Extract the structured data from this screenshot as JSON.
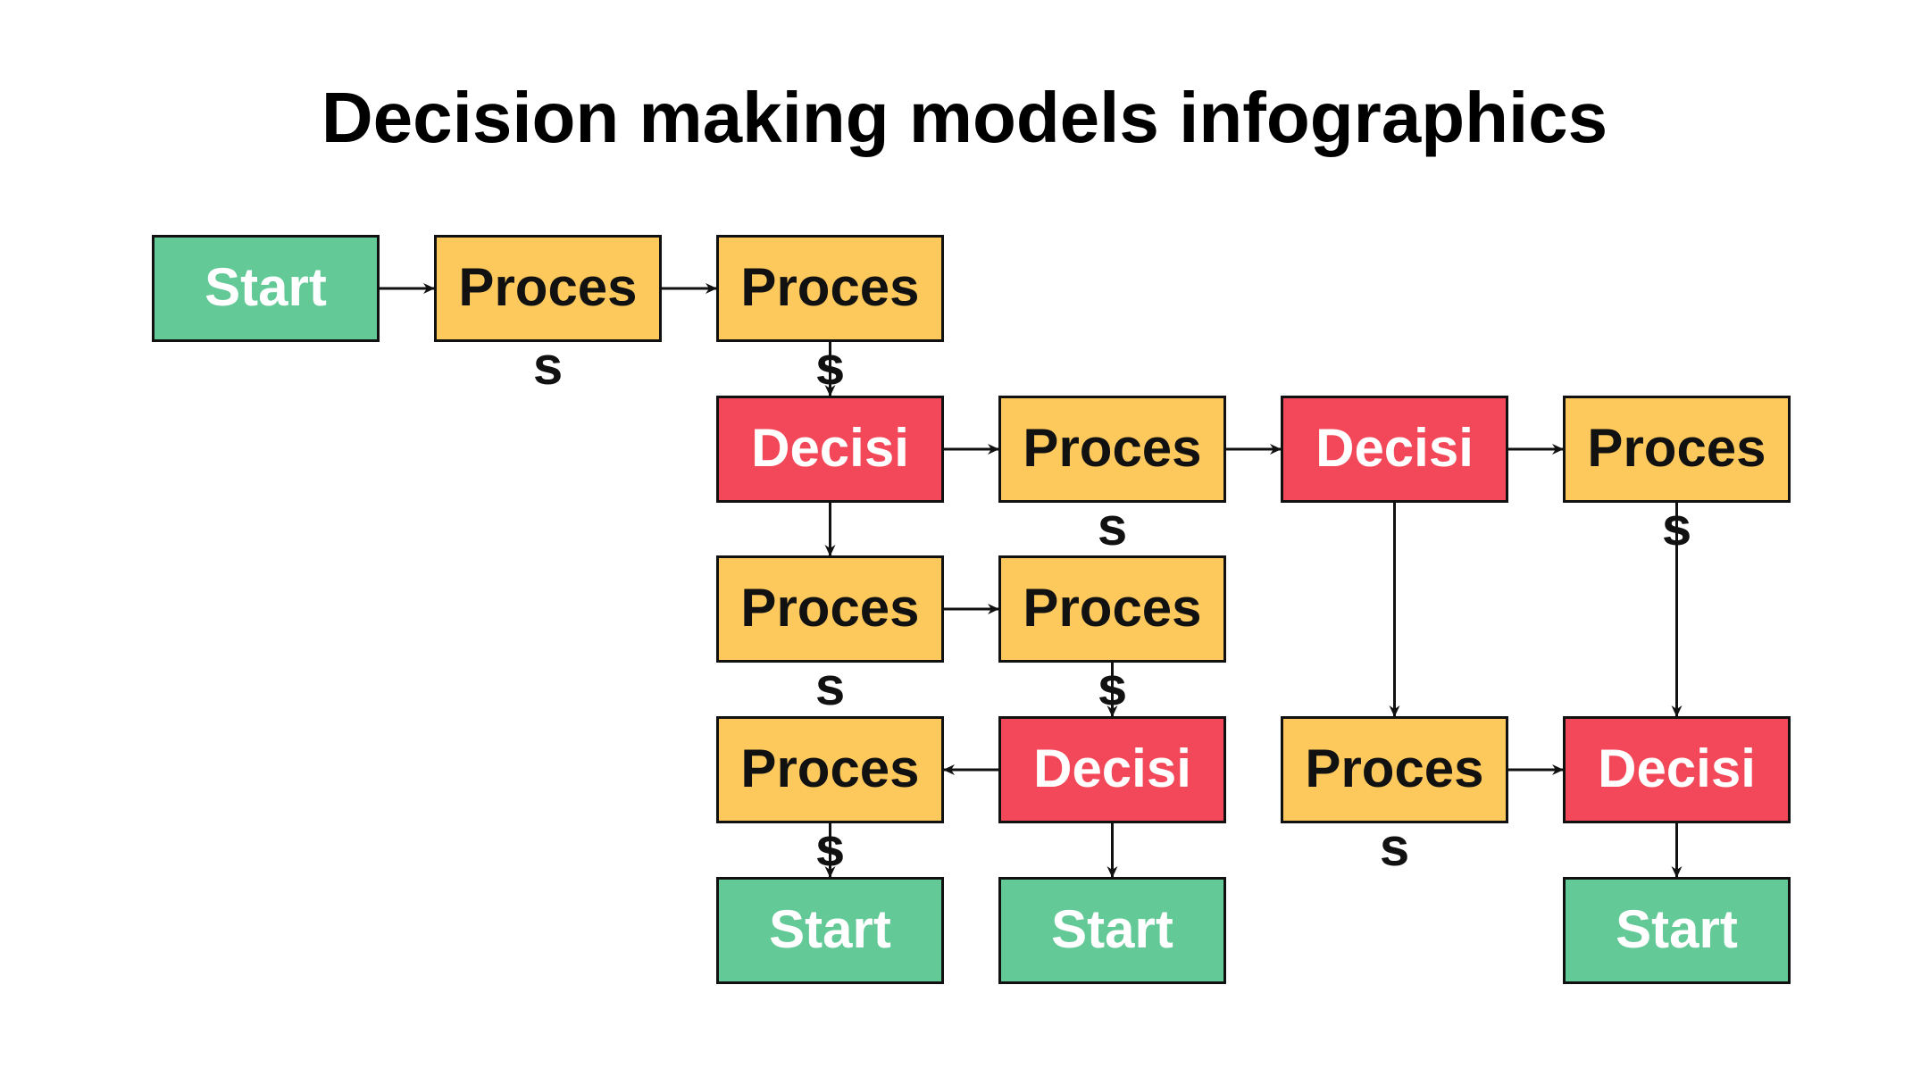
{
  "title": "Decision making models infographics",
  "colors": {
    "start": "#63c997",
    "process": "#fdc95c",
    "decision": "#f24859",
    "border": "#111111",
    "arrow": "#111111"
  },
  "nodes": [
    {
      "id": "n1",
      "type": "start",
      "label": "Start"
    },
    {
      "id": "n2",
      "type": "process",
      "label": "Proces",
      "overflow": "s"
    },
    {
      "id": "n3",
      "type": "process",
      "label": "Proces",
      "overflow": "s"
    },
    {
      "id": "n4",
      "type": "decision",
      "label": "Decisi"
    },
    {
      "id": "n5",
      "type": "process",
      "label": "Proces",
      "overflow": "s"
    },
    {
      "id": "n6",
      "type": "decision",
      "label": "Decisi"
    },
    {
      "id": "n7",
      "type": "process",
      "label": "Proces",
      "overflow": "s"
    },
    {
      "id": "n8",
      "type": "process",
      "label": "Proces",
      "overflow": "s"
    },
    {
      "id": "n9",
      "type": "process",
      "label": "Proces",
      "overflow": "s"
    },
    {
      "id": "n10",
      "type": "process",
      "label": "Proces",
      "overflow": "s"
    },
    {
      "id": "n11",
      "type": "decision",
      "label": "Decisi"
    },
    {
      "id": "n12",
      "type": "process",
      "label": "Proces",
      "overflow": "s"
    },
    {
      "id": "n13",
      "type": "decision",
      "label": "Decisi"
    },
    {
      "id": "n14",
      "type": "start",
      "label": "Start"
    },
    {
      "id": "n15",
      "type": "start",
      "label": "Start"
    },
    {
      "id": "n16",
      "type": "start",
      "label": "Start"
    }
  ],
  "edges": [
    {
      "from": "n1",
      "to": "n2"
    },
    {
      "from": "n2",
      "to": "n3"
    },
    {
      "from": "n3",
      "to": "n4"
    },
    {
      "from": "n4",
      "to": "n5"
    },
    {
      "from": "n5",
      "to": "n6"
    },
    {
      "from": "n6",
      "to": "n7"
    },
    {
      "from": "n4",
      "to": "n8"
    },
    {
      "from": "n8",
      "to": "n9"
    },
    {
      "from": "n9",
      "to": "n11"
    },
    {
      "from": "n11",
      "to": "n10"
    },
    {
      "from": "n6",
      "to": "n12"
    },
    {
      "from": "n7",
      "to": "n13"
    },
    {
      "from": "n12",
      "to": "n13"
    },
    {
      "from": "n10",
      "to": "n14"
    },
    {
      "from": "n11",
      "to": "n15"
    },
    {
      "from": "n13",
      "to": "n16"
    }
  ]
}
